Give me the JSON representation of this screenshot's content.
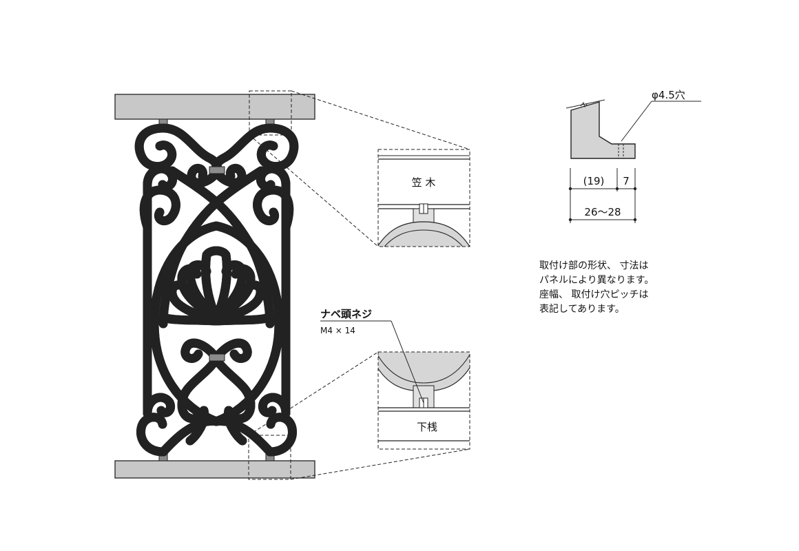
{
  "labels": {
    "top_rail": "笠 木",
    "bottom_rail": "下桟",
    "screw_name": "ナベ頭ネジ",
    "screw_size": "M4 × 14",
    "hole": "φ4.5穴",
    "dim_19": "(19)",
    "dim_7": "7",
    "dim_seat": "26〜28"
  },
  "note": {
    "lines": [
      "取付け部の形状、 寸法は",
      "パネルにより異なります。",
      "座幅、 取付け穴ピッチは",
      "表記してあります。"
    ]
  },
  "colors": {
    "rail_fill": "#c8c8c8",
    "iron_fill": "#8c8c8c",
    "outline": "#222222",
    "section_fill": "#d4d4d4"
  }
}
